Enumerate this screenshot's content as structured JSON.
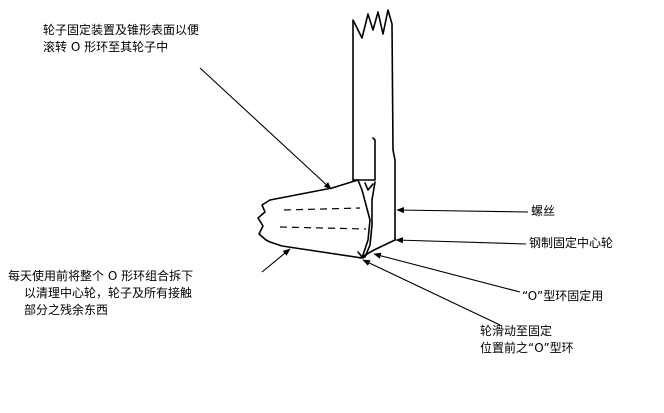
{
  "labels": {
    "wheel_fixture": [
      "轮子固定装置及锥形表面以便",
      "滚转 O 形环至其轮子中"
    ],
    "daily_cleaning": [
      "每天使用前将整个 O 形环组合拆下",
      "以清理中心轮，轮子及所有接触",
      "部分之残余东西"
    ],
    "screw": "螺丝",
    "steel_center_wheel": "钢制固定中心轮",
    "o_ring_fixing": "“O”型环固定用",
    "o_ring_before_fixed": [
      "轮滑动至固定",
      "位置前之“O”型环"
    ]
  },
  "colors": {
    "ink": "#000000",
    "background": "#ffffff"
  }
}
